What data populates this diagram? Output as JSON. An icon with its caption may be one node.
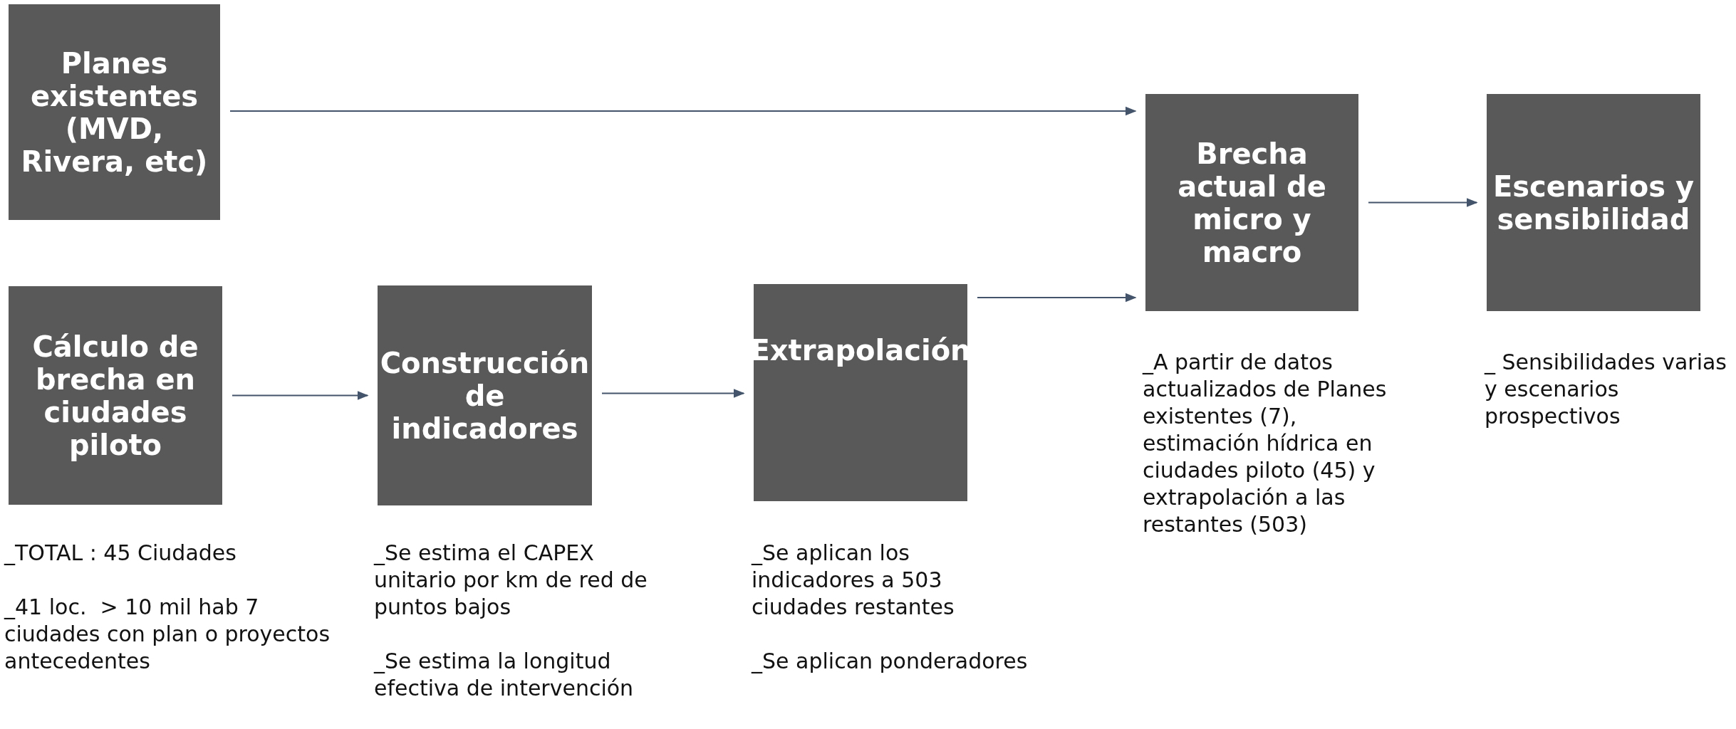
{
  "diagram": {
    "nodes": [
      {
        "text": [
          "Planes existentes (MVD, Rivera, etc)"
        ]
      },
      {
        "text": [
          "Cálculo de brecha en ciudades piloto"
        ],
        "beside": [
          "_TOTAL : 45 Ciudades",
          "_41 loc.  > 10 mil hab 7 ciudades con plan o proyectos antecedentes"
        ]
      },
      {
        "text": [
          "Construcción de indicadores"
        ],
        "beside": [
          "_Se estima el CAPEX unitario por km de red de puntos bajos",
          "_Se estima la longitud efectiva de intervención"
        ]
      },
      {
        "text": [
          "Extrapolación"
        ],
        "beside": [
          "_Se aplican los indicadores a 503 ciudades restantes",
          "_Se aplican ponderadores"
        ]
      },
      {
        "text": [
          "Brecha actual de micro y macro"
        ],
        "beside": [
          "_A partir de datos actualizados de Planes existentes (7), estimación hídrica en ciudades piloto (45) y extrapolación a las restantes (503)"
        ]
      },
      {
        "text": [
          "Escenarios y sensibilidad"
        ],
        "beside": [
          "_ Sensibilidades varias y escenarios prospectivos"
        ]
      }
    ],
    "edges": [
      {
        "from": 0,
        "to": 4,
        "arrow": "to"
      },
      {
        "from": 1,
        "to": 2,
        "arrow": "to"
      },
      {
        "from": 2,
        "to": 3,
        "arrow": "to"
      },
      {
        "from": 3,
        "to": 4,
        "arrow": "to"
      },
      {
        "from": 4,
        "to": 5,
        "arrow": "to"
      }
    ]
  }
}
